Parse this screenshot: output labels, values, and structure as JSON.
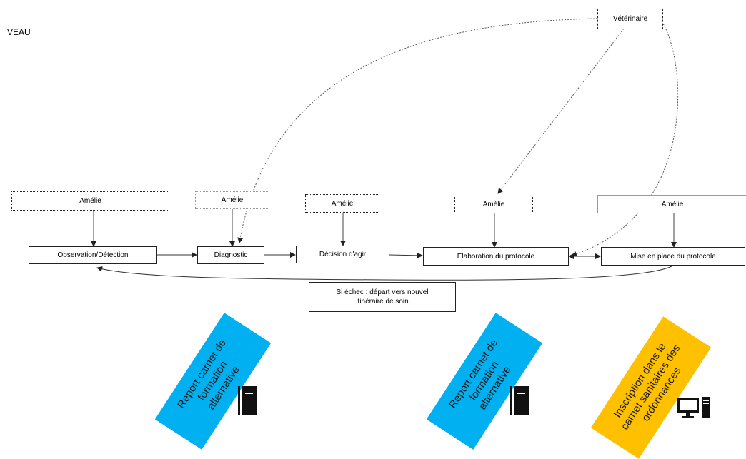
{
  "title": "VEAU",
  "vet": "Vétérinaire",
  "actors": [
    "Amélie",
    "Amélie",
    "Amélie",
    "Amélie",
    "Amélie"
  ],
  "steps": [
    "Observation/Détection",
    "Diagnostic",
    "Décision d'agir",
    "Elaboration du protocole",
    "Mise en place du protocole"
  ],
  "failure": {
    "line1": "Si échec : départ vers nouvel",
    "line2": "itinéraire de soin"
  },
  "notes": [
    {
      "line1": "Report carnet de",
      "line2": "formation",
      "line3": "alternative",
      "color": "#00b0f0",
      "icon": "book-icon"
    },
    {
      "line1": "Report carnet de",
      "line2": "formation",
      "line3": "alternative",
      "color": "#00b0f0",
      "icon": "book-icon"
    },
    {
      "line1": "Inscription dans le",
      "line2": "carnet sanitaires des",
      "line3": "ordonnances",
      "color": "#ffc000",
      "icon": "computer-icon"
    }
  ]
}
